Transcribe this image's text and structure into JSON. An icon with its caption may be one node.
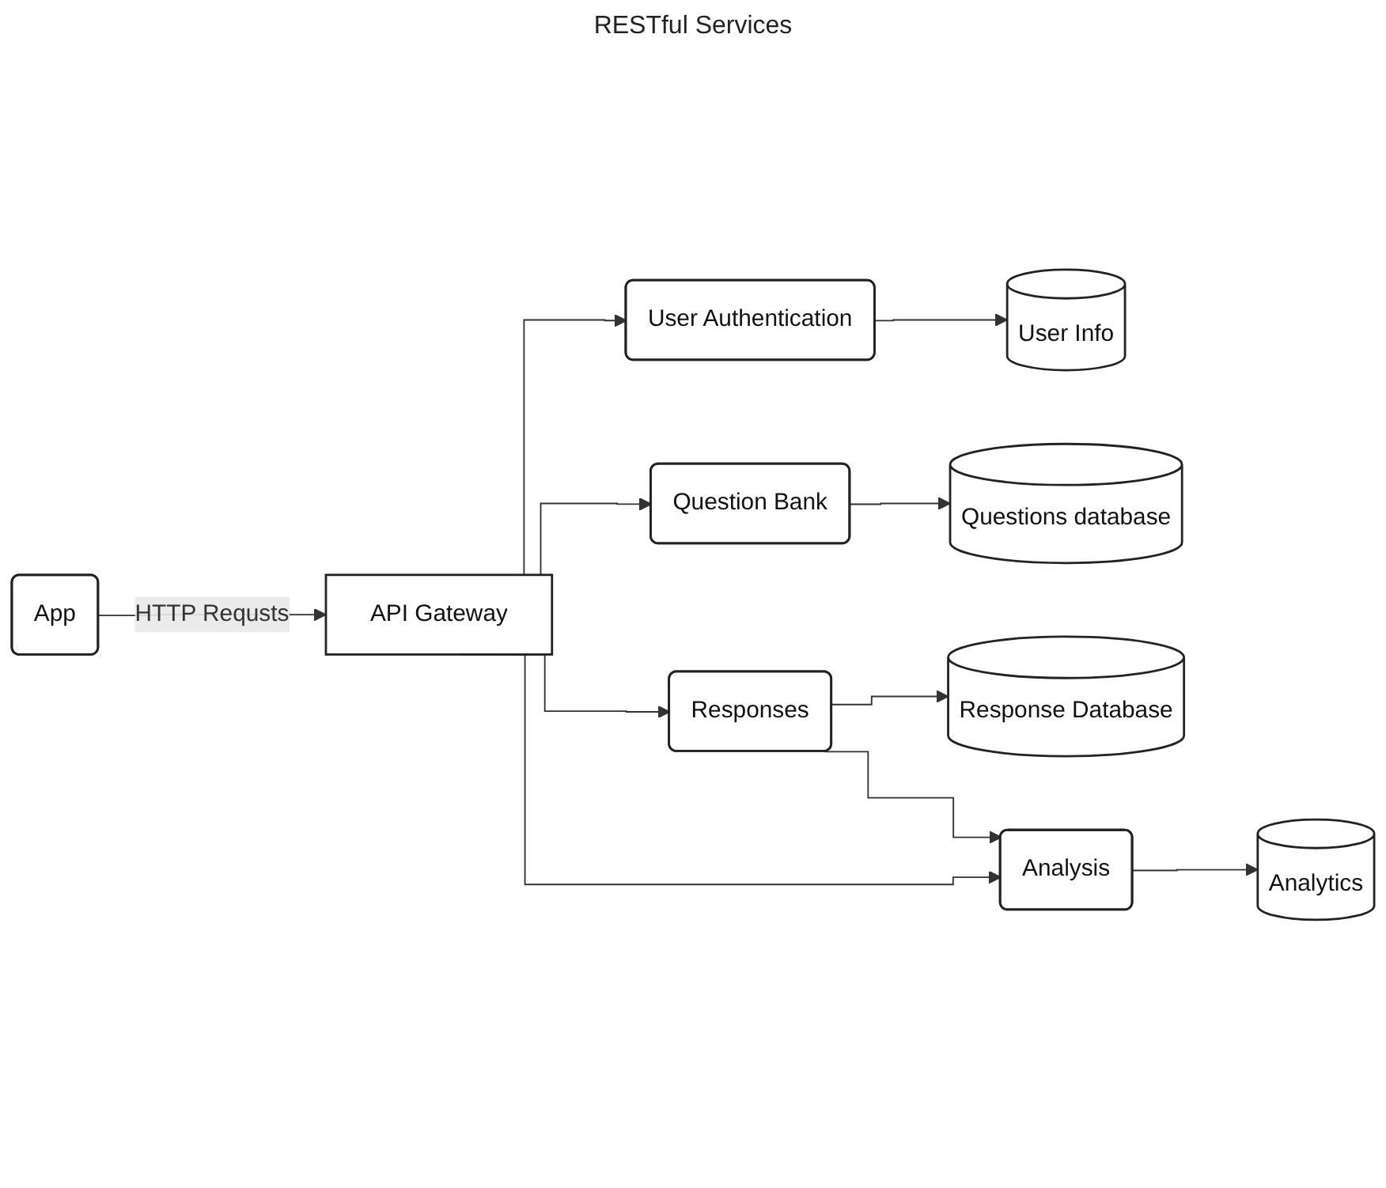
{
  "diagram": {
    "nodes": [
      {
        "text": [
          "App"
        ]
      },
      {
        "text": [
          "API Gateway"
        ]
      },
      {
        "text": [
          "User Authentication"
        ]
      },
      {
        "text": [
          "Question Bank"
        ]
      },
      {
        "text": [
          "Responses"
        ]
      },
      {
        "text": [
          "Analysis"
        ]
      },
      {
        "text": [
          "User Info"
        ]
      },
      {
        "text": [
          "Questions database"
        ]
      },
      {
        "text": [
          "Response Database"
        ]
      },
      {
        "text": [
          "Analytics"
        ]
      }
    ],
    "edges": [
      {
        "from": 0,
        "to": 1,
        "arrow": "to",
        "label": "HTTP Requsts"
      },
      {
        "from": 1,
        "to": 2,
        "arrow": "to"
      },
      {
        "from": 1,
        "to": 3,
        "arrow": "to"
      },
      {
        "from": 1,
        "to": 4,
        "arrow": "to"
      },
      {
        "from": 1,
        "to": 5,
        "arrow": "to"
      },
      {
        "from": 2,
        "to": 6,
        "arrow": "to"
      },
      {
        "from": 3,
        "to": 7,
        "arrow": "to"
      },
      {
        "from": 4,
        "to": 8,
        "arrow": "to"
      },
      {
        "from": 4,
        "to": 5,
        "arrow": "to"
      },
      {
        "from": 5,
        "to": 9,
        "arrow": "to"
      }
    ],
    "labels": [
      "RESTful Services"
    ]
  }
}
